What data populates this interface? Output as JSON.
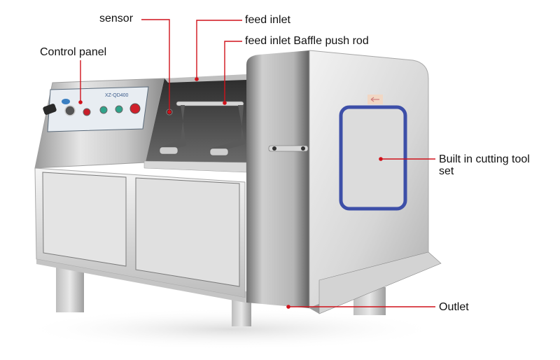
{
  "diagram": {
    "subject": "meat dicing machine",
    "accent_color": "#d0121b",
    "model_plate_text": "XZ-QD400"
  },
  "callouts": [
    {
      "id": "sensor",
      "label": "sensor"
    },
    {
      "id": "feed-inlet",
      "label": "feed inlet"
    },
    {
      "id": "baffle-push-rod",
      "label": "feed inlet Baffle push rod"
    },
    {
      "id": "control-panel",
      "label": "Control panel"
    },
    {
      "id": "cutting-tool-set",
      "label": "Built in cutting tool set"
    },
    {
      "id": "outlet",
      "label": "Outlet"
    }
  ]
}
